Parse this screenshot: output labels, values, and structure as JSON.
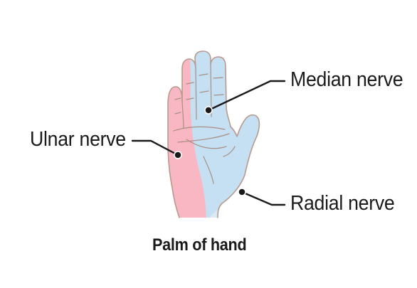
{
  "labels": {
    "median": "Median nerve",
    "ulnar": "Ulnar nerve",
    "radial": "Radial nerve",
    "caption": "Palm of hand"
  },
  "regions": [
    {
      "name": "ulnar",
      "color": "#f9b7c4"
    },
    {
      "name": "median",
      "color": "#c5dff3"
    },
    {
      "name": "radial",
      "color": "#d6c8e6"
    }
  ],
  "colors": {
    "outline": "#b89a8c",
    "crease": "#a88f83",
    "leader": "#1a1a1a",
    "text": "#1a1a1a"
  }
}
